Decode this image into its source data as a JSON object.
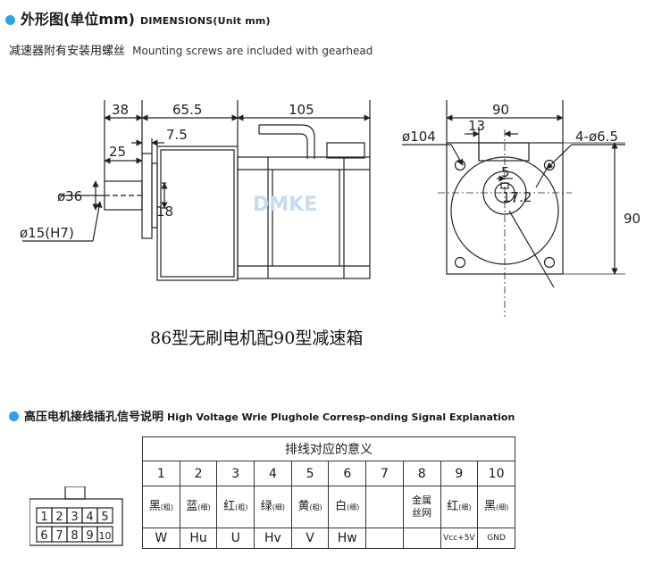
{
  "header": {
    "title_zh": "外形图(单位mm)",
    "title_en": "DIMENSIONS(Unit mm)",
    "subtitle_zh": "减速器附有安装用螺丝",
    "subtitle_en": "Mounting screws are included with gearhead"
  },
  "drawing": {
    "side_dims": {
      "d38": "38",
      "d65_5": "65.5",
      "d105": "105",
      "d7_5": "7.5",
      "d25": "25",
      "d36": "ø36",
      "d18": "18",
      "d15": "ø15(H7)"
    },
    "front_dims": {
      "d90_top": "90",
      "d13": "13",
      "d104": "ø104",
      "d4_6_5": "4-ø6.5",
      "d5": "5",
      "d17_2": "17.2",
      "d90_right": "90"
    },
    "watermark_brand": "DMKE",
    "caption": "86型无刷电机配90型减速箱"
  },
  "section2": {
    "title_zh": "高压电机接线插孔信号说明",
    "title_en": "High Voltage Wrie Plughole Corresp-onding Signal Explanation"
  },
  "table": {
    "title": "排线对应的意义",
    "pins": [
      {
        "num": "1",
        "name": "黑",
        "note": "(粗)",
        "signal": "W"
      },
      {
        "num": "2",
        "name": "蓝",
        "note": "(细)",
        "signal": "Hu"
      },
      {
        "num": "3",
        "name": "红",
        "note": "(粗)",
        "signal": "U"
      },
      {
        "num": "4",
        "name": "绿",
        "note": "(细)",
        "signal": "Hv"
      },
      {
        "num": "5",
        "name": "黄",
        "note": "(粗)",
        "signal": "V"
      },
      {
        "num": "6",
        "name": "白",
        "note": "(细)",
        "signal": "Hw"
      },
      {
        "num": "7",
        "name": "",
        "note": "",
        "signal": ""
      },
      {
        "num": "8",
        "name": "金属丝网",
        "note": "",
        "signal": ""
      },
      {
        "num": "9",
        "name": "红",
        "note": "(细)",
        "signal": "Vcc+5V"
      },
      {
        "num": "10",
        "name": "黑",
        "note": "(细)",
        "signal": "GND"
      }
    ]
  },
  "connector": {
    "top_row": [
      "1",
      "2",
      "3",
      "4",
      "5"
    ],
    "bottom_row": [
      "6",
      "7",
      "8",
      "9",
      "10"
    ]
  },
  "colors": {
    "accent_dot": "#2ba3e6",
    "line": "#222222",
    "watermark": "#c6dcef"
  }
}
